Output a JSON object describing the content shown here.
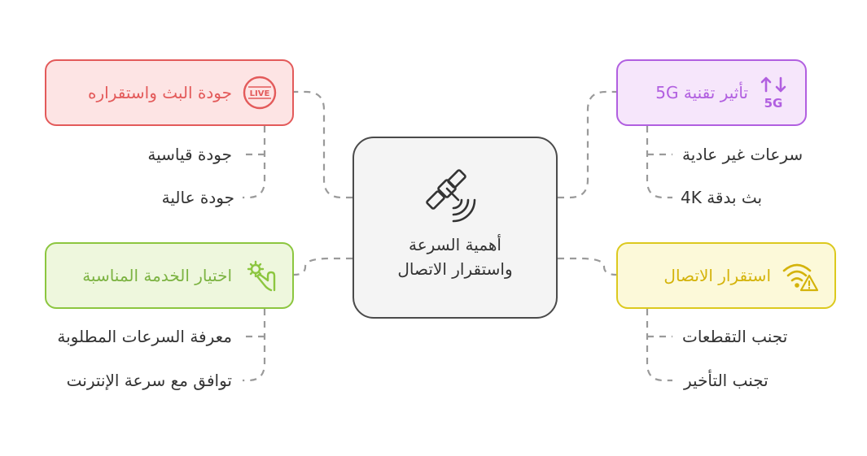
{
  "center": {
    "line1": "أهمية السرعة",
    "line2": "واستقرار الاتصال",
    "icon": "satellite-icon"
  },
  "topics": {
    "stream_quality": {
      "label": "جودة البث واستقراره",
      "icon": "live-icon",
      "color": "#e35a5a",
      "leaves": [
        "جودة قياسية",
        "جودة عالية"
      ]
    },
    "choose_service": {
      "label": "اختيار الخدمة المناسبة",
      "icon": "gear-hand-icon",
      "color": "#8cc63f",
      "leaves": [
        "معرفة السرعات المطلوبة",
        "توافق مع سرعة الإنترنت"
      ]
    },
    "five_g": {
      "label": "تأثير تقنية 5G",
      "icon": "5g-icon",
      "color": "#b15fe0",
      "leaves": [
        "سرعات غير عادية",
        "بث بدقة 4K"
      ]
    },
    "stability": {
      "label": "استقرار الاتصال",
      "icon": "wifi-warning-icon",
      "color": "#dcc91e",
      "leaves": [
        "تجنب التقطعات",
        "تجنب التأخير"
      ]
    }
  }
}
